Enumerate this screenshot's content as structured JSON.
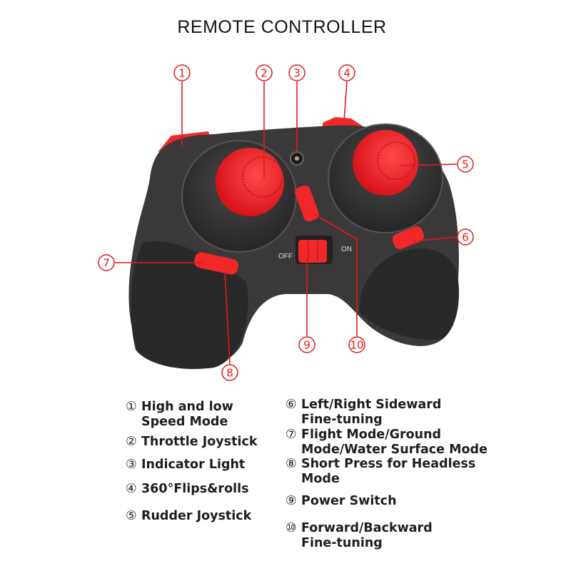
{
  "title": "REMOTE CONTROLLER",
  "colors": {
    "accent": "#e3191b",
    "body": "#3a3838",
    "button": "#f0282a"
  },
  "switch_labels": {
    "off": "OFF",
    "on": "ON"
  },
  "callouts": [
    "1",
    "2",
    "3",
    "4",
    "5",
    "6",
    "7",
    "8",
    "9",
    "10"
  ],
  "legend": [
    {
      "num": "①",
      "text": "High and low\nSpeed Mode"
    },
    {
      "num": "②",
      "text": "Throttle Joystick"
    },
    {
      "num": "③",
      "text": "Indicator Light"
    },
    {
      "num": "④",
      "text": "360°Flips&rolls"
    },
    {
      "num": "⑤",
      "text": "Rudder Joystick"
    },
    {
      "num": "⑥",
      "text": "Left/Right Sideward\nFine-tuning"
    },
    {
      "num": "⑦",
      "text": "Flight Mode/Ground\nMode/Water Surface Mode"
    },
    {
      "num": "⑧",
      "text": "Short Press for Headless\nMode"
    },
    {
      "num": "⑨",
      "text": "Power Switch"
    },
    {
      "num": "⑩",
      "text": "Forward/Backward\nFine-tuning"
    }
  ]
}
